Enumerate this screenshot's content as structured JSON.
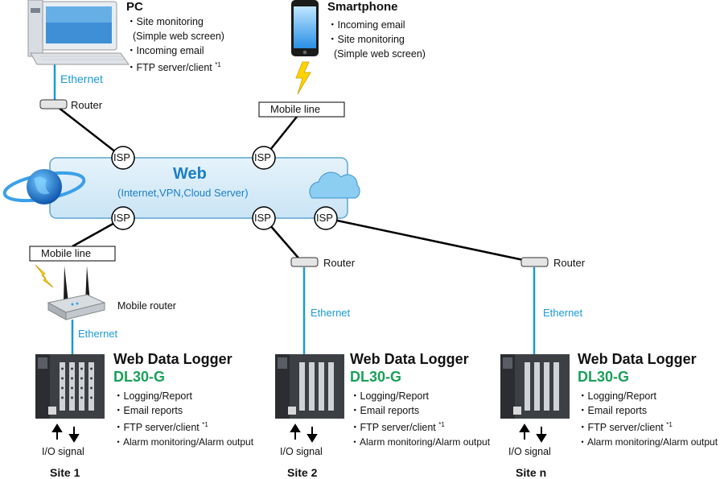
{
  "pc": {
    "title": "PC",
    "items": [
      "・Site monitoring",
      "(Simple web screen)",
      "・Incoming email",
      "・FTP server/client"
    ],
    "footnote": "*1",
    "ethernet": "Ethernet",
    "router": "Router"
  },
  "smartphone": {
    "title": "Smartphone",
    "items": [
      "・Incoming email",
      "・Site monitoring",
      "(Simple web screen)"
    ],
    "mobile_line": "Mobile line"
  },
  "web": {
    "title": "Web",
    "subtitle": "(Internet,VPN,Cloud Server)",
    "isp": "ISP"
  },
  "site1": {
    "mobile_line": "Mobile line",
    "mobile_router": "Mobile router",
    "ethernet": "Ethernet",
    "logger_title": "Web Data Logger",
    "model": "DL30-G",
    "items": [
      "・Logging/Report",
      "・Email reports",
      "・FTP server/client",
      "・Alarm monitoring/Alarm output"
    ],
    "footnote": "*1",
    "io": "I/O signal",
    "site_label": "Site 1"
  },
  "site2": {
    "router": "Router",
    "ethernet": "Ethernet",
    "logger_title": "Web Data Logger",
    "model": "DL30-G",
    "items": [
      "・Logging/Report",
      "・Email reports",
      "・FTP server/client",
      "・Alarm monitoring/Alarm output"
    ],
    "footnote": "*1",
    "io": "I/O signal",
    "site_label": "Site 2"
  },
  "siten": {
    "router": "Router",
    "ethernet": "Ethernet",
    "logger_title": "Web Data Logger",
    "model": "DL30-G",
    "items": [
      "・Logging/Report",
      "・Email reports",
      "・FTP server/client",
      "・Alarm monitoring/Alarm output"
    ],
    "footnote": "*1",
    "io": "I/O signal",
    "site_label": "Site n"
  },
  "colors": {
    "ethernet": "#1a9ad6",
    "web_box": "#d6ecf8",
    "accent_green": "#1aa05a",
    "line": "#000000"
  }
}
